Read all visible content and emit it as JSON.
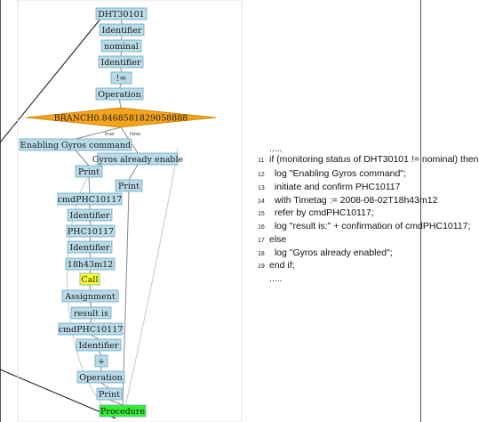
{
  "flow": {
    "nodes": [
      {
        "id": "n0",
        "label": "DHT30101",
        "kind": "box"
      },
      {
        "id": "n1",
        "label": "Identifier",
        "kind": "box"
      },
      {
        "id": "n2",
        "label": "nominal",
        "kind": "box"
      },
      {
        "id": "n3",
        "label": "Identifier",
        "kind": "box"
      },
      {
        "id": "n4",
        "label": "!=",
        "kind": "box"
      },
      {
        "id": "n5",
        "label": "Operation",
        "kind": "box"
      },
      {
        "id": "n6",
        "label": "BRANCH0.8468581829058888",
        "kind": "diamond"
      },
      {
        "id": "n7",
        "label": "Enabling Gyros command",
        "kind": "box"
      },
      {
        "id": "n8",
        "label": "Gyros already enable",
        "kind": "box"
      },
      {
        "id": "n9",
        "label": "Print",
        "kind": "box"
      },
      {
        "id": "n10",
        "label": "Print",
        "kind": "box"
      },
      {
        "id": "n11",
        "label": "cmdPHC10117",
        "kind": "box"
      },
      {
        "id": "n12",
        "label": "Identifier",
        "kind": "box"
      },
      {
        "id": "n13",
        "label": "PHC10117",
        "kind": "box"
      },
      {
        "id": "n14",
        "label": "Identifier",
        "kind": "box"
      },
      {
        "id": "n15",
        "label": "18h43m12",
        "kind": "box"
      },
      {
        "id": "n16",
        "label": "Call",
        "kind": "call"
      },
      {
        "id": "n17",
        "label": "Assignment",
        "kind": "box"
      },
      {
        "id": "n18",
        "label": "result is",
        "kind": "box"
      },
      {
        "id": "n19",
        "label": "cmdPHC10117",
        "kind": "box"
      },
      {
        "id": "n20",
        "label": "Identifier",
        "kind": "box"
      },
      {
        "id": "n21",
        "label": "+",
        "kind": "box"
      },
      {
        "id": "n22",
        "label": "Operation",
        "kind": "box"
      },
      {
        "id": "n23",
        "label": "Print",
        "kind": "box"
      },
      {
        "id": "n24",
        "label": "Procedure",
        "kind": "end"
      }
    ],
    "edge_labels": {
      "true": "true",
      "false": "false"
    }
  },
  "code": {
    "lines": [
      {
        "num": "",
        "text": "....."
      },
      {
        "num": "11",
        "text": "if (monitoring status of DHT30101 != nominal) then"
      },
      {
        "num": "12",
        "text": "  log \"Enabling Gyros command\";"
      },
      {
        "num": "13",
        "text": "  initiate and confirm PHC10117"
      },
      {
        "num": "14",
        "text": "  with Timetag := 2008-08-02T18h43m12"
      },
      {
        "num": "15",
        "text": "  refer by cmdPHC10117;"
      },
      {
        "num": "16",
        "text": "  log \"result is:\" + confirmation of cmdPHC10117;"
      },
      {
        "num": "17",
        "text": "else"
      },
      {
        "num": "18",
        "text": "  log \"Gyros already enabled\";"
      },
      {
        "num": "19",
        "text": "end if;"
      },
      {
        "num": "",
        "text": "....."
      }
    ]
  },
  "colors": {
    "box_fill": "#b9dbe8",
    "box_stroke": "#6fa7bf",
    "diamond_fill": "#f6a31c",
    "diamond_stroke": "#c77d00",
    "call_fill": "#ffff33",
    "end_fill": "#33ee33",
    "edge": "#888888"
  }
}
